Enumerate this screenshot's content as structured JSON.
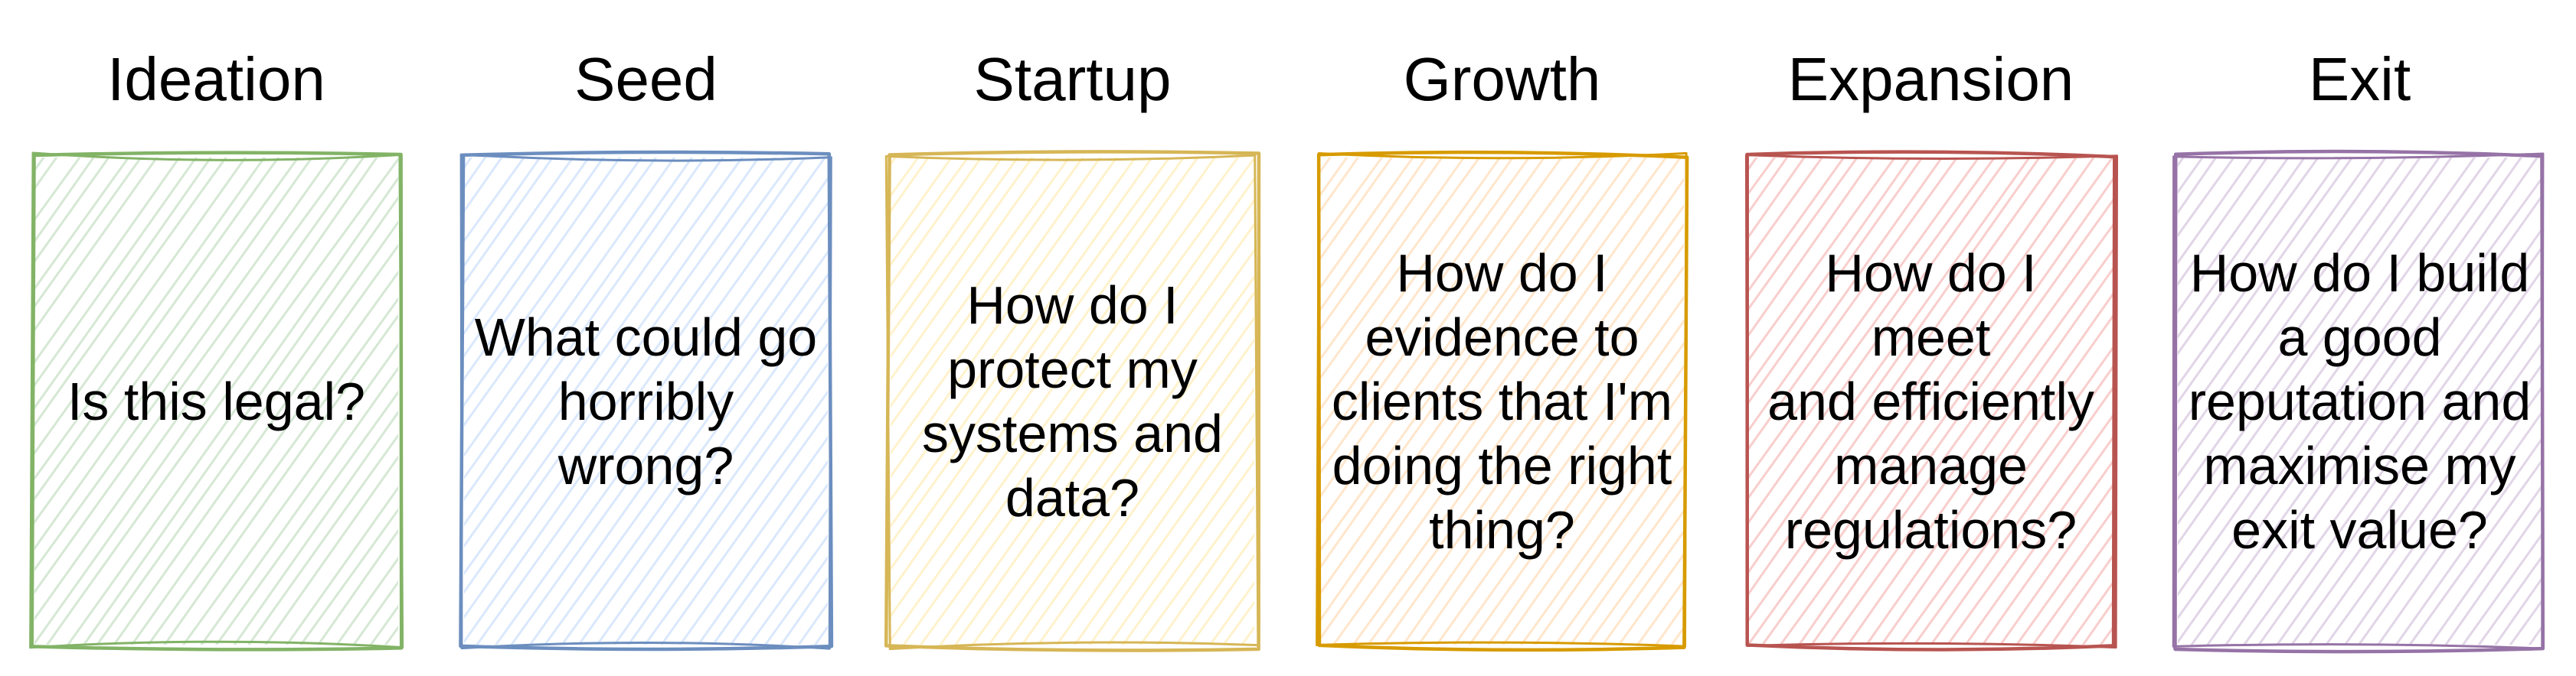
{
  "diagram": {
    "stages": [
      {
        "title": "Ideation",
        "question_lines": [
          "Is this legal?"
        ],
        "stroke": "#82b366",
        "fill": "#d5e8d4"
      },
      {
        "title": "Seed",
        "question_lines": [
          "What could go",
          "horribly",
          "wrong?"
        ],
        "stroke": "#6c8ebf",
        "fill": "#dae8fc"
      },
      {
        "title": "Startup",
        "question_lines": [
          "How do I",
          "protect my",
          "systems and",
          "data?"
        ],
        "stroke": "#d6b656",
        "fill": "#fff2cc"
      },
      {
        "title": "Growth",
        "question_lines": [
          "How do I",
          "evidence to",
          "clients that I'm",
          "doing the right",
          "thing?"
        ],
        "stroke": "#d79b00",
        "fill": "#ffe6cc"
      },
      {
        "title": "Expansion",
        "question_lines": [
          "How do I meet",
          "and efficiently",
          "manage",
          "regulations?"
        ],
        "stroke": "#b85450",
        "fill": "#f8cecc"
      },
      {
        "title": "Exit",
        "question_lines": [
          "How do I build",
          "a good",
          "reputation and",
          "maximise my",
          "exit value?"
        ],
        "stroke": "#9673a6",
        "fill": "#e1d5e7"
      }
    ]
  }
}
